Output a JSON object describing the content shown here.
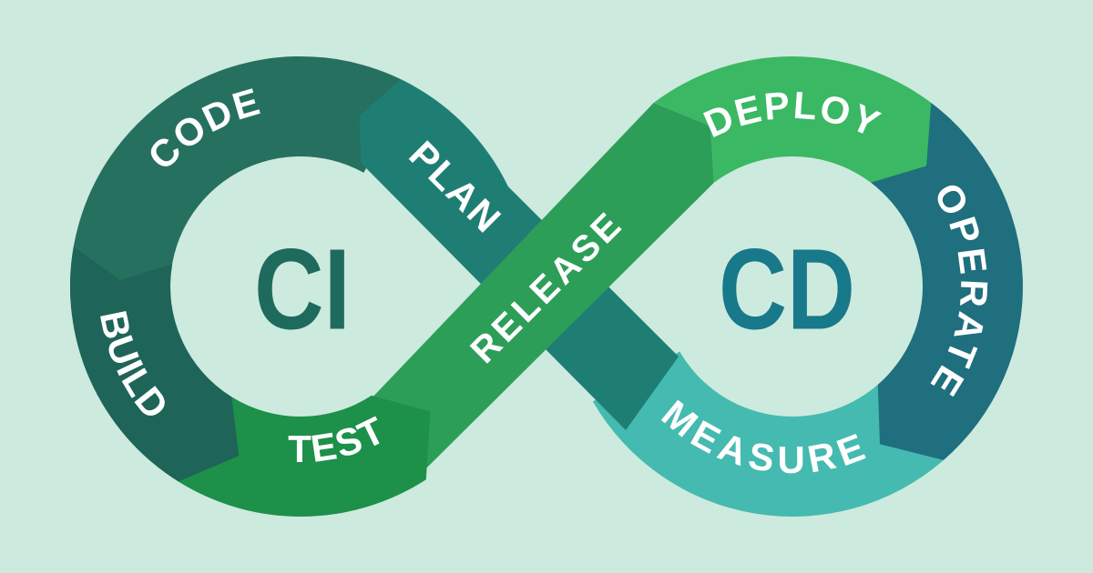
{
  "diagram": {
    "type": "cicd-devops-infinity-loop",
    "background_color": "#cdeade",
    "label_text_color": "#ffffff",
    "ci": {
      "label": "CI",
      "color": "#1e6b5e"
    },
    "cd": {
      "label": "CD",
      "color": "#17798a"
    },
    "segments": {
      "plan": {
        "label": "PLAN",
        "color": "#1f7e74"
      },
      "code": {
        "label": "CODE",
        "color": "#26705f"
      },
      "build": {
        "label": "BUILD",
        "color": "#1e6459"
      },
      "test": {
        "label": "TEST",
        "color": "#1d9049"
      },
      "release": {
        "label": "RELEASE",
        "color": "#2d9e58"
      },
      "deploy": {
        "label": "DEPLOY",
        "color": "#3ab863"
      },
      "operate": {
        "label": "OPERATE",
        "color": "#1f6f7e"
      },
      "measure": {
        "label": "MEASURE",
        "color": "#45bab0"
      }
    },
    "flow_order": [
      "PLAN",
      "CODE",
      "BUILD",
      "TEST",
      "RELEASE",
      "DEPLOY",
      "OPERATE",
      "MEASURE"
    ]
  }
}
